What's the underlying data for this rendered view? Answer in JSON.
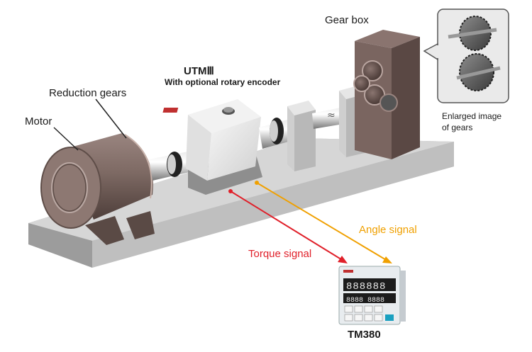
{
  "labels": {
    "gear_box": "Gear box",
    "reduction_gears": "Reduction gears",
    "motor": "Motor",
    "utm_title": "UTMⅢ",
    "utm_subtitle": "With optional rotary encoder",
    "enlarged": "Enlarged image",
    "enlarged2": "of gears",
    "angle_signal": "Angle signal",
    "torque_signal": "Torque signal",
    "tm380": "TM380"
  },
  "colors": {
    "torque_signal": "#e0202a",
    "angle_signal": "#f0a000",
    "base_top": "#d8d8d8",
    "motor": "#7a6660",
    "gearbox": "#6e5a55"
  },
  "icons": {
    "seven_segment_display": "seven-segment-display-icon",
    "gear": "gear-icon"
  }
}
